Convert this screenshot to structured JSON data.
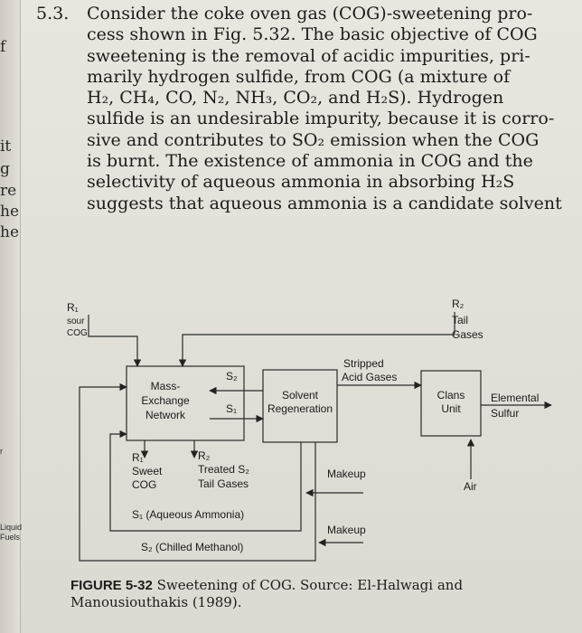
{
  "gutter": {
    "fragments": [
      "f",
      "it",
      "g",
      "re",
      "he",
      "he",
      "r",
      "Liquid",
      "Fuels"
    ]
  },
  "problem": {
    "number": "5.3.",
    "lines": [
      "Consider the coke oven gas (COG)-sweetening pro-",
      "cess shown in Fig. 5.32. The basic objective of COG",
      "sweetening is the removal of acidic impurities, pri-",
      "marily hydrogen sulfide, from COG (a mixture of",
      "H₂, CH₄, CO, N₂, NH₃, CO₂, and H₂S). Hydrogen",
      "sulfide is an undesirable impurity, because it is corro-",
      "sive and contributes to SO₂ emission when the COG",
      "is burnt. The existence of ammonia in COG and the",
      "selectivity of aqueous ammonia in absorbing H₂S",
      "suggests that aqueous ammonia is a candidate solvent"
    ]
  },
  "diagram": {
    "r1_label": "R₁",
    "sour_cog_line1": "sour",
    "sour_cog_line2": "COG",
    "r2_label": "R₂",
    "tail_gases_line1": "Tail",
    "tail_gases_line2": "Gases",
    "men_line1": "Mass-",
    "men_line2": "Exchange",
    "men_line3": "Network",
    "s2_top": "S₂",
    "s1_mid": "S₁",
    "regen_line1": "Solvent",
    "regen_line2": "Regeneration",
    "stripped_line1": "Stripped",
    "stripped_line2": "Acid Gases",
    "clans_line1": "Clans",
    "clans_line2": "Unit",
    "elemental_line1": "Elemental",
    "elemental_line2": "Sulfur",
    "air": "Air",
    "r1_bottom": "R₁",
    "sweet_line1": "Sweet",
    "sweet_line2": "COG",
    "r2_bottom": "R₂",
    "treated_line1": "Treated S₂",
    "treated_line2": "Tail Gases",
    "makeup_1": "Makeup",
    "makeup_2": "Makeup",
    "s1_solvent": "S₁ (Aqueous Ammonia)",
    "s2_solvent": "S₂ (Chilled Methanol)"
  },
  "caption": {
    "figure_label": "FIGURE 5-32",
    "text": "Sweetening of COG. Source: El-Halwagi and Manousiouthakis (1989)."
  }
}
